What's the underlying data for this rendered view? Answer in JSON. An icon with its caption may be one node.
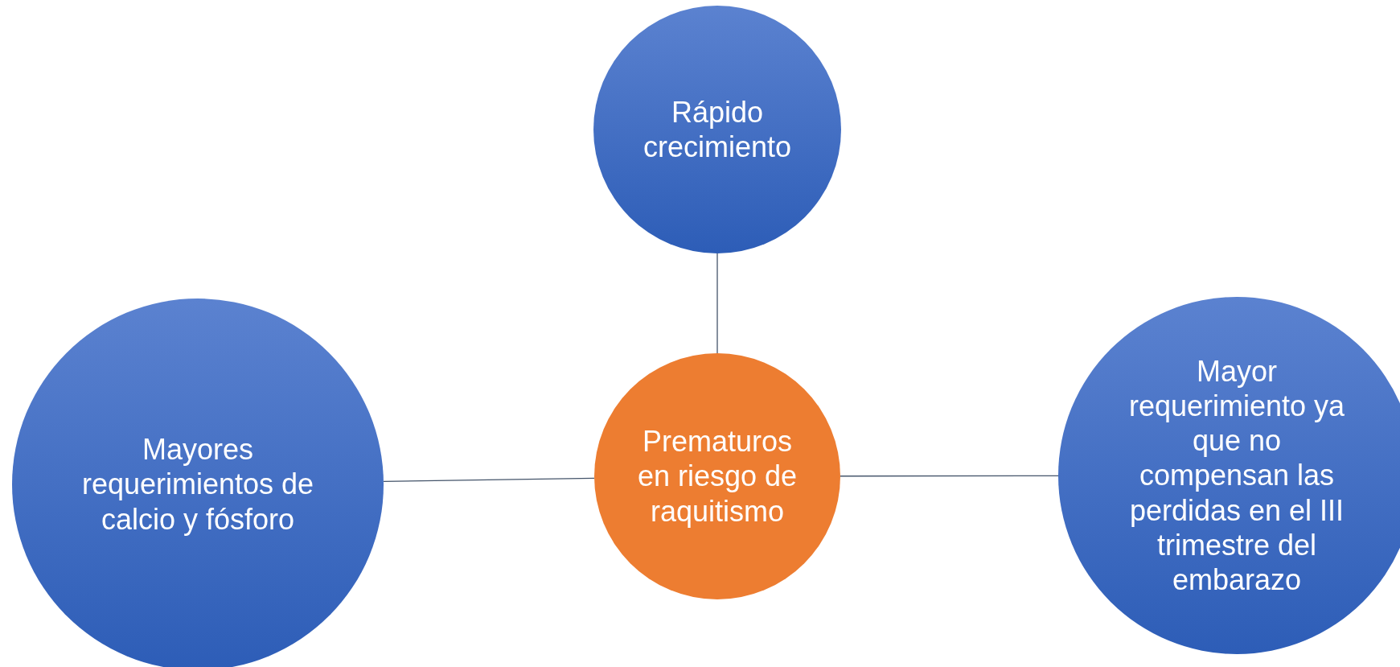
{
  "diagram": {
    "nodes": [
      {
        "text": [
          "Rápido crecimiento"
        ]
      },
      {
        "text": [
          "Mayores requerimientos de calcio y fósforo"
        ]
      },
      {
        "text": [
          "Prematuros en riesgo de raquitismo"
        ]
      },
      {
        "text": [
          "Mayor requerimiento ya que no compensan las perdidas en el III trimestre del embarazo"
        ]
      }
    ],
    "edges": [
      {
        "from": 0,
        "to": 2,
        "arrow": "none"
      },
      {
        "from": 1,
        "to": 2,
        "arrow": "none"
      },
      {
        "from": 2,
        "to": 3,
        "arrow": "none"
      }
    ]
  }
}
